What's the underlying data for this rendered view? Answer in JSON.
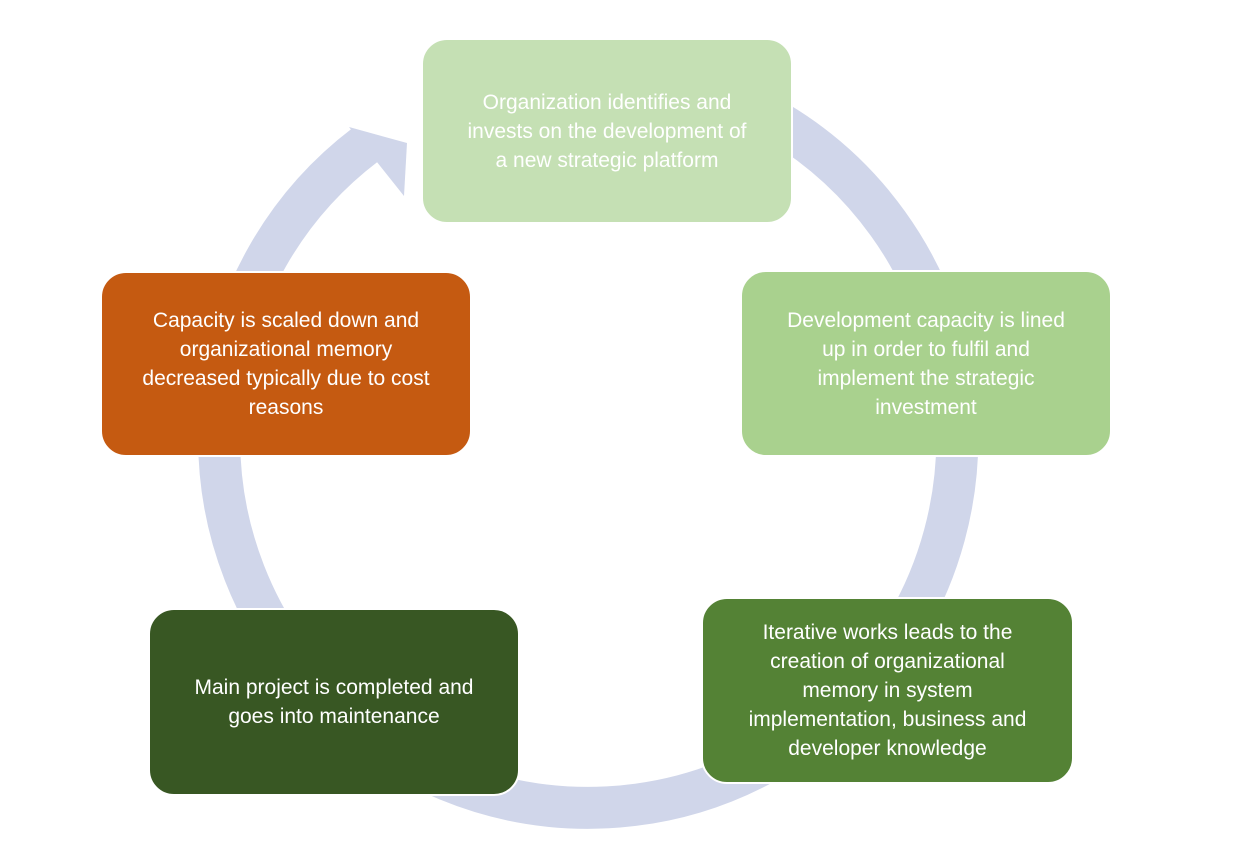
{
  "colors": {
    "cycle_arrow": "#d0d6ea",
    "step_1": "#c5e0b4",
    "step_2": "#a9d18e",
    "step_3": "#548235",
    "step_4": "#385723",
    "step_5": "#c55a11",
    "text": "#ffffff"
  },
  "steps": [
    {
      "text": "Organization identifies and\ninvests on the development of\na new strategic platform"
    },
    {
      "text": "Development capacity is lined\nup in order to fulfil and\nimplement the strategic\ninvestment"
    },
    {
      "text": "Iterative works leads to the\ncreation of organizational\nmemory in system\nimplementation, business and\ndeveloper knowledge"
    },
    {
      "text": "Main project is completed and\ngoes into maintenance"
    },
    {
      "text": "Capacity is scaled down and\norganizational memory\ndecreased typically due to cost\nreasons"
    }
  ]
}
